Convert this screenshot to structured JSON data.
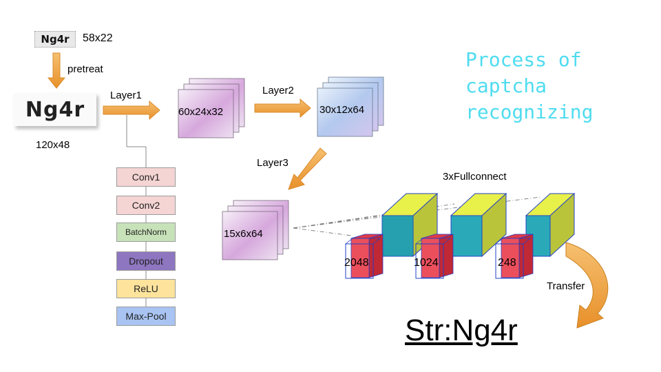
{
  "input": {
    "captcha_text": "Ng4r",
    "original_size": "58x22",
    "resized_size": "120x48"
  },
  "steps": {
    "pretreat": "pretreat",
    "layer1": "Layer1",
    "layer2": "Layer2",
    "layer3": "Layer3",
    "fullconnect": "3xFullconnect",
    "transfer": "Transfer"
  },
  "feature_maps": {
    "fm1": "60x24x32",
    "fm2": "30x12x64",
    "fm3": "15x6x64"
  },
  "layer_ops": [
    {
      "label": "Conv1",
      "color": "#f5d4d4"
    },
    {
      "label": "Conv2",
      "color": "#f5d4d4"
    },
    {
      "label": "BatchNorm",
      "color": "#c7e2b9"
    },
    {
      "label": "Dropout",
      "color": "#8e76c0"
    },
    {
      "label": "ReLU",
      "color": "#fde39c"
    },
    {
      "label": "Max-Pool",
      "color": "#a9c4f2"
    }
  ],
  "fc_layers": [
    {
      "size": "2048"
    },
    {
      "size": "1024"
    },
    {
      "size": "248"
    }
  ],
  "title": "Process of\ncaptcha\nrecognizing",
  "result": "Str:Ng4r",
  "colors": {
    "arrow": "#f0a23c",
    "title": "#4fdcf0",
    "fc_top": "#e8f04a",
    "fc_front": "#2aaab8",
    "fc_red": "#ec4f5c"
  }
}
